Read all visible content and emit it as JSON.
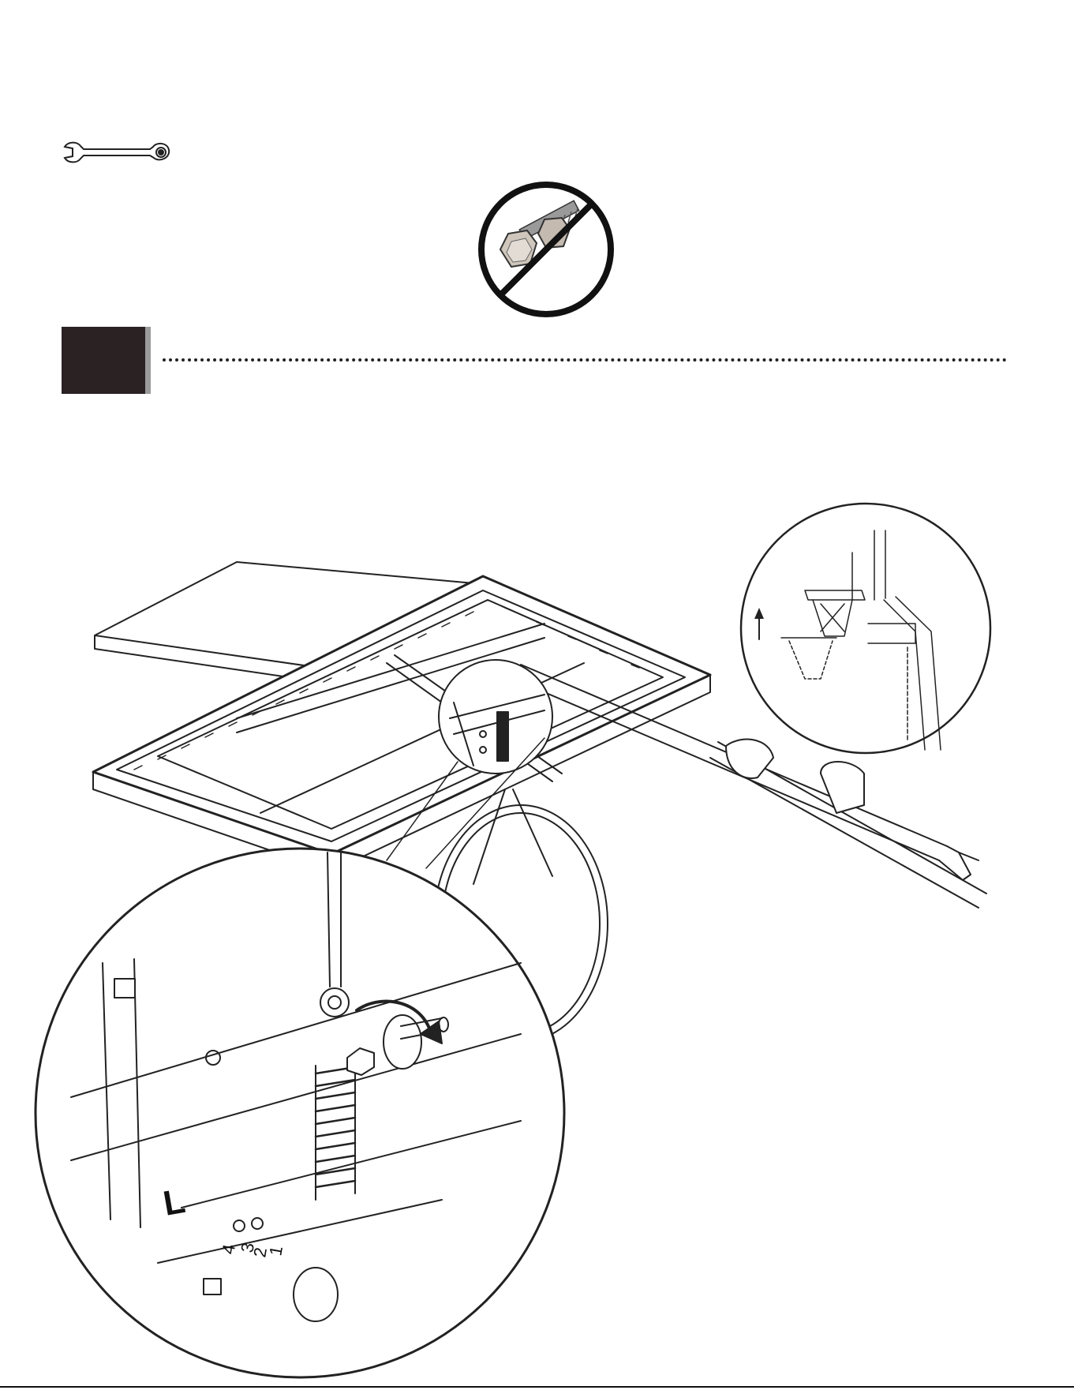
{
  "step": {
    "number": ""
  },
  "detail": {
    "side_letter": "L",
    "hole_labels": [
      "4",
      "3",
      "2",
      "1"
    ]
  },
  "icons": {
    "tool": "wrench-icon",
    "warning": "no-bolt-icon",
    "direction": "rotate-arrow-icon",
    "raise": "up-arrow-icon"
  },
  "colors": {
    "step_block": "#2a2223",
    "step_shadow": "#9b9b9b",
    "line_art": "#222222",
    "prohibition": "#111111"
  }
}
